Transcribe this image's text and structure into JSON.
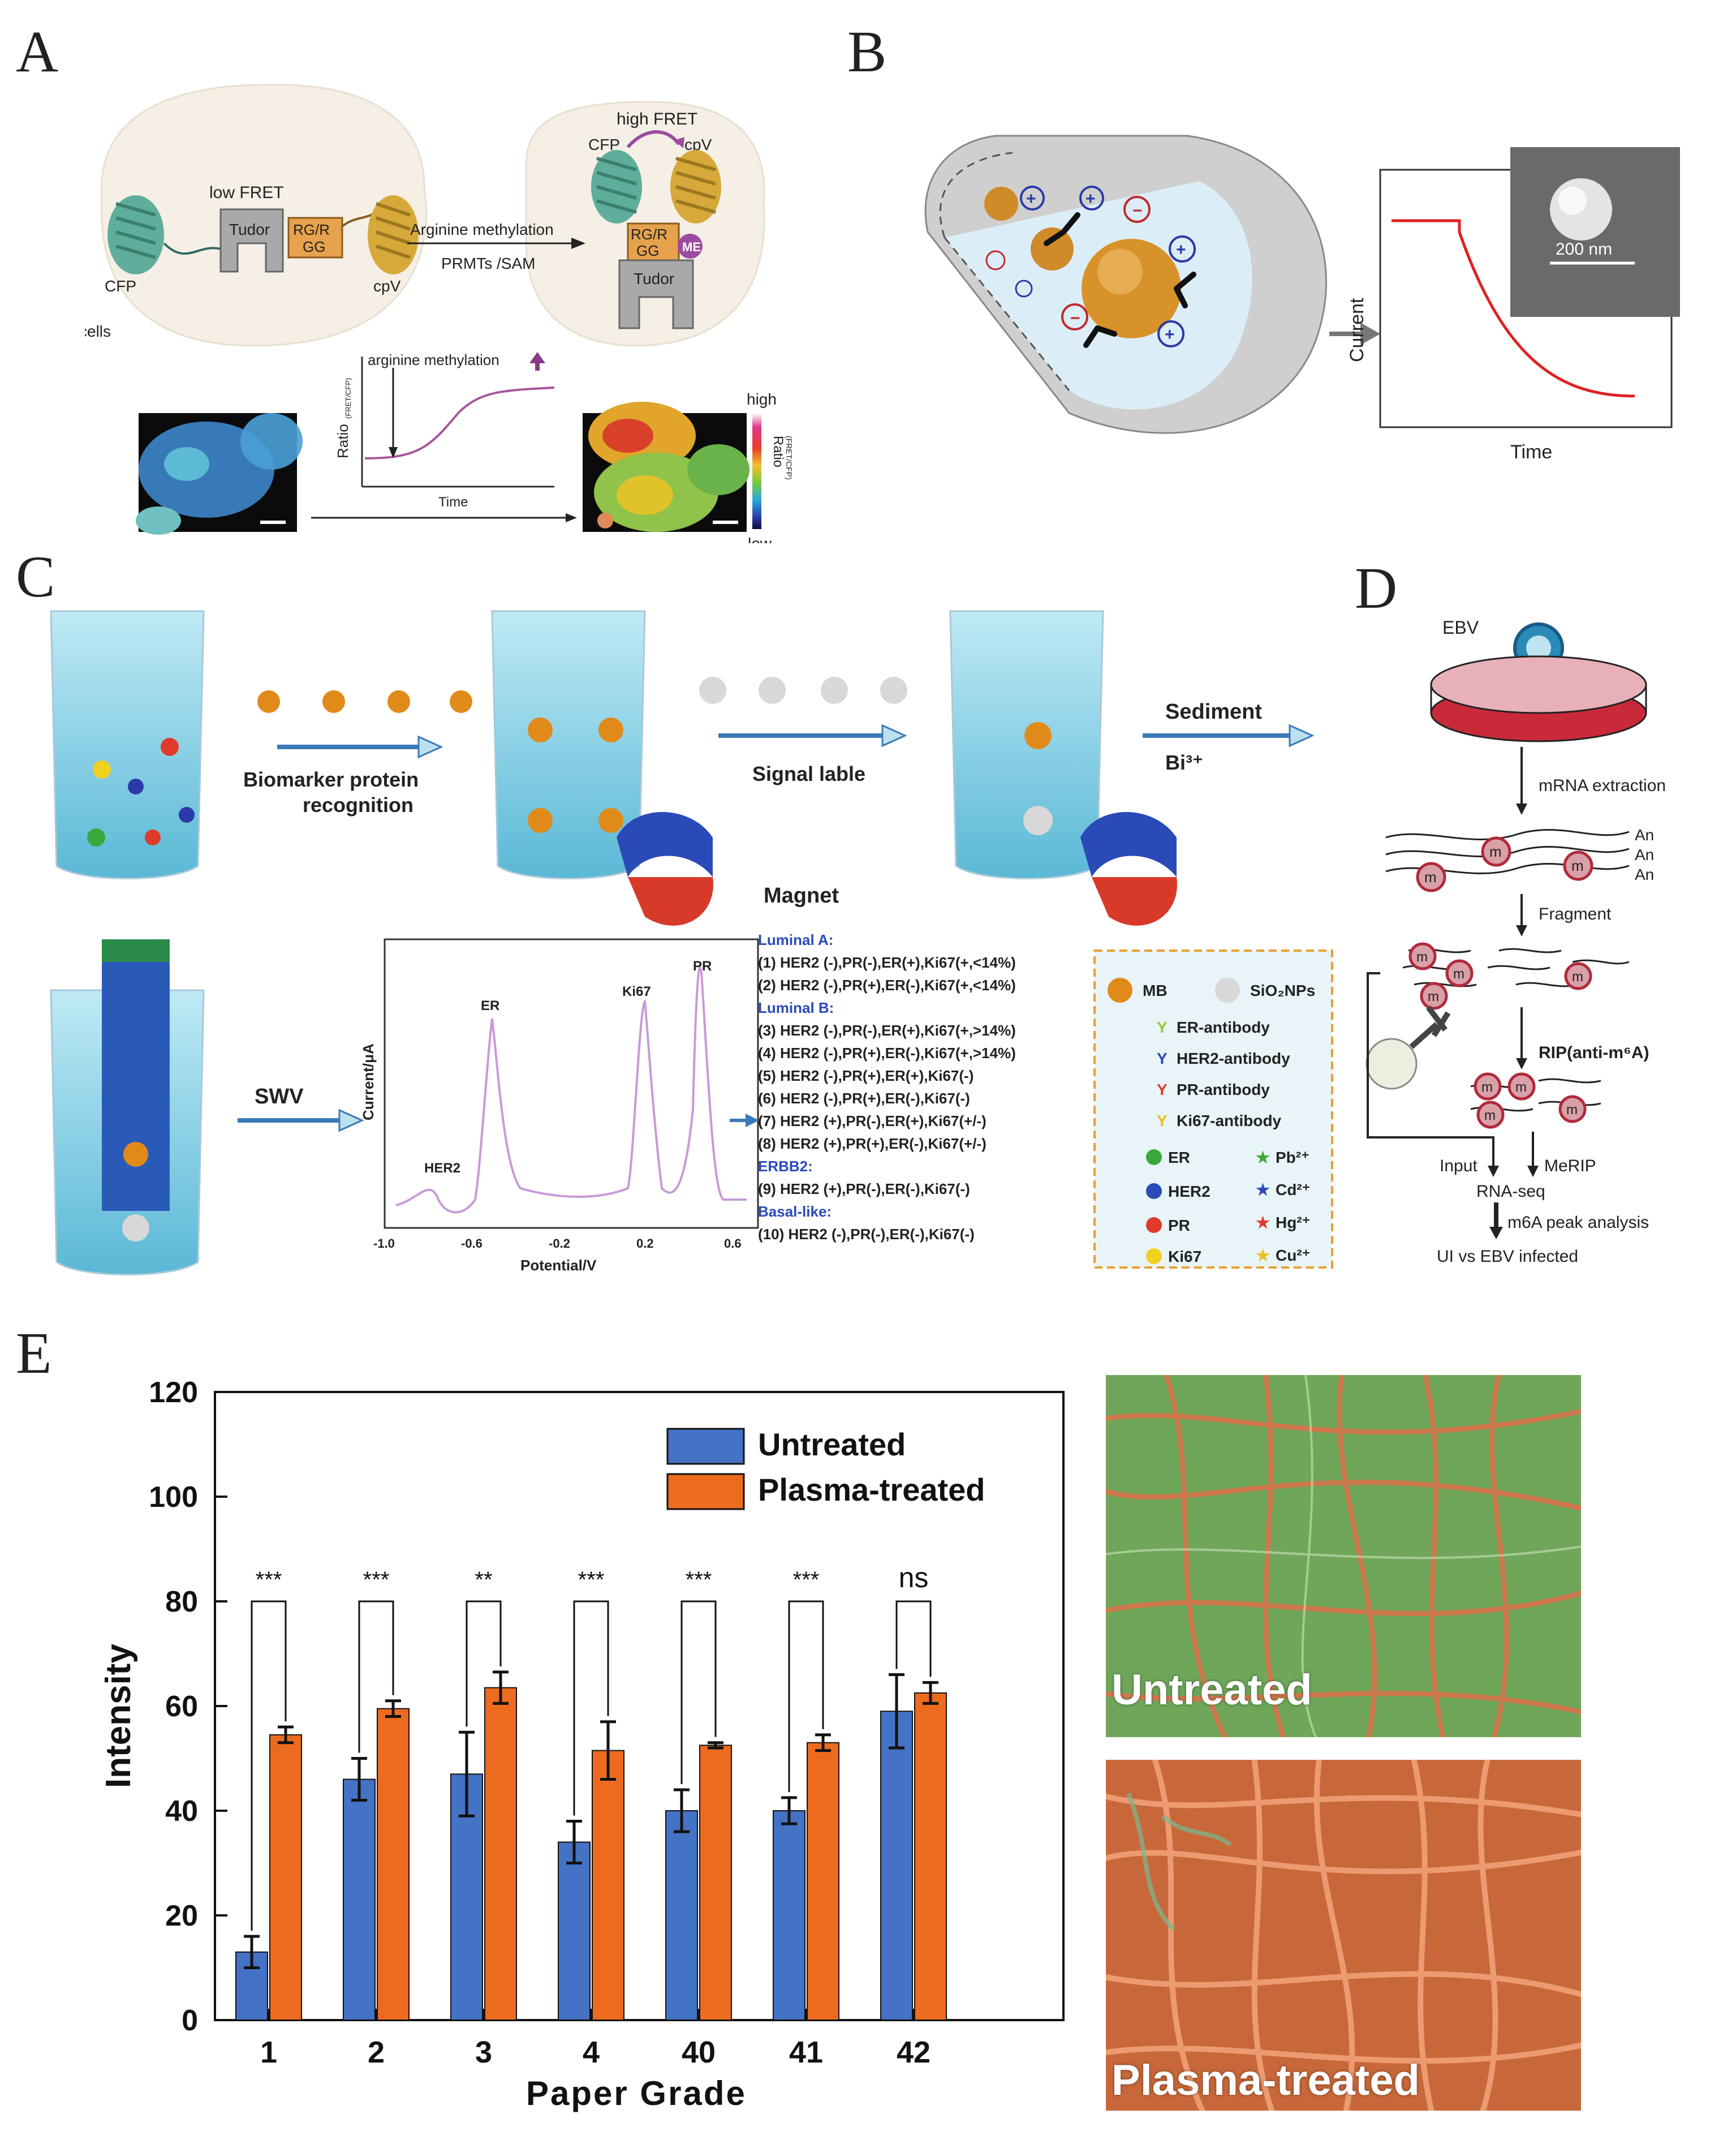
{
  "panels": {
    "a": "A",
    "b": "B",
    "c": "C",
    "d": "D",
    "e": "E"
  },
  "panel_a": {
    "low_fret": "low FRET",
    "high_fret": "high FRET",
    "cfp_left": "CFP",
    "tudor_left": "Tudor",
    "rgr_left_1": "RG/R",
    "rgr_left_2": "GG",
    "cpv_left": "cpV",
    "cells": "cells",
    "arrow_top": "Arginine methylation",
    "arrow_bottom": "PRMTs /SAM",
    "cfp_right": "CFP",
    "cpv_right": "cpV",
    "rgr_right_1": "RG/R",
    "rgr_right_2": "GG",
    "me": "ME",
    "tudor_right": "Tudor",
    "graph_label": "arginine methylation",
    "graph_ylabel": "Ratio",
    "graph_ysub": "(FRET/CFP)",
    "graph_xlabel": "Time",
    "scale_high": "high",
    "scale_low": "low",
    "scale_ratio": "Ratio",
    "scale_sub": "(FRET/CFP)"
  },
  "panel_b": {
    "scale_bar": "200 nm",
    "ylabel": "Current",
    "xlabel": "Time"
  },
  "panel_c": {
    "step1": "Biomarker protein",
    "step1b": "recognition",
    "step2": "Signal lable",
    "step3": "Sediment",
    "step3b": "Bi³⁺",
    "magnet": "Magnet",
    "swv": "SWV",
    "swv_ylabel": "Current/μA",
    "swv_xlabel": "Potential/V",
    "swv_ticks": [
      "-1.0",
      "-0.6",
      "-0.2",
      "0.2",
      "0.6"
    ],
    "peaks": [
      "HER2",
      "ER",
      "Ki67",
      "PR"
    ],
    "groups": [
      {
        "title": "Luminal A:",
        "items": [
          "(1) HER2 (-),PR(-),ER(+),Ki67(+,<14%)",
          "(2) HER2 (-),PR(+),ER(-),Ki67(+,<14%)"
        ]
      },
      {
        "title": "Luminal B:",
        "items": [
          "(3) HER2 (-),PR(-),ER(+),Ki67(+,>14%)",
          "(4) HER2 (-),PR(+),ER(-),Ki67(+,>14%)",
          "(5) HER2 (-),PR(+),ER(+),Ki67(-)",
          "(6) HER2 (-),PR(+),ER(-),Ki67(-)",
          "(7) HER2 (+),PR(-),ER(+),Ki67(+/-)",
          "(8) HER2 (+),PR(+),ER(-),Ki67(+/-)"
        ]
      },
      {
        "title": "ERBB2:",
        "items": [
          "(9) HER2 (+),PR(-),ER(-),Ki67(-)"
        ]
      },
      {
        "title": "Basal-like:",
        "items": [
          "(10) HER2 (-),PR(-),ER(-),Ki67(-)"
        ]
      }
    ],
    "legend": {
      "mb": "MB",
      "sio2": "SiO₂NPs",
      "antibodies": [
        "ER-antibody",
        "HER2-antibody",
        "PR-antibody",
        "Ki67-antibody"
      ],
      "markers": [
        "ER",
        "HER2",
        "PR",
        "Ki67"
      ],
      "ions": [
        "Pb²⁺",
        "Cd²⁺",
        "Hg²⁺",
        "Cu²⁺"
      ]
    }
  },
  "panel_d": {
    "ebv": "EBV",
    "mrna": "mRNA extraction",
    "an": "An",
    "m": "m",
    "fragment": "Fragment",
    "rip": "RIP(anti-m⁶A)",
    "input": "Input",
    "merip": "MeRIP",
    "rnaseq": "RNA-seq",
    "peak": "m6A peak analysis",
    "compare": "UI vs EBV infected"
  },
  "panel_e": {
    "photo_top": "Untreated",
    "photo_bottom": "Plasma-treated"
  },
  "colors": {
    "untreated": "#4472c4",
    "plasma": "#ed6b1f",
    "fiber_green": "#6fa65a",
    "fiber_orange": "#d9754a"
  },
  "chart_data": {
    "type": "bar",
    "title": "",
    "xlabel": "Paper Grade",
    "ylabel": "Intensity",
    "ylim": [
      0,
      120
    ],
    "yticks": [
      0,
      20,
      40,
      60,
      80,
      100,
      120
    ],
    "categories": [
      "1",
      "2",
      "3",
      "4",
      "40",
      "41",
      "42"
    ],
    "series": [
      {
        "name": "Untreated",
        "color": "#4472c4",
        "values": [
          13,
          46,
          47,
          34,
          40,
          40,
          59
        ],
        "errors": [
          3,
          4,
          8,
          4,
          4,
          2.5,
          7
        ]
      },
      {
        "name": "Plasma-treated",
        "color": "#ed6b1f",
        "values": [
          54.5,
          59.5,
          63.5,
          51.5,
          52.5,
          53,
          62.5
        ],
        "errors": [
          1.5,
          1.5,
          3,
          5.5,
          0.5,
          1.5,
          2
        ]
      }
    ],
    "significance": [
      "***",
      "***",
      "**",
      "***",
      "***",
      "***",
      "ns"
    ],
    "legend_position": "top-right",
    "grid": false
  }
}
